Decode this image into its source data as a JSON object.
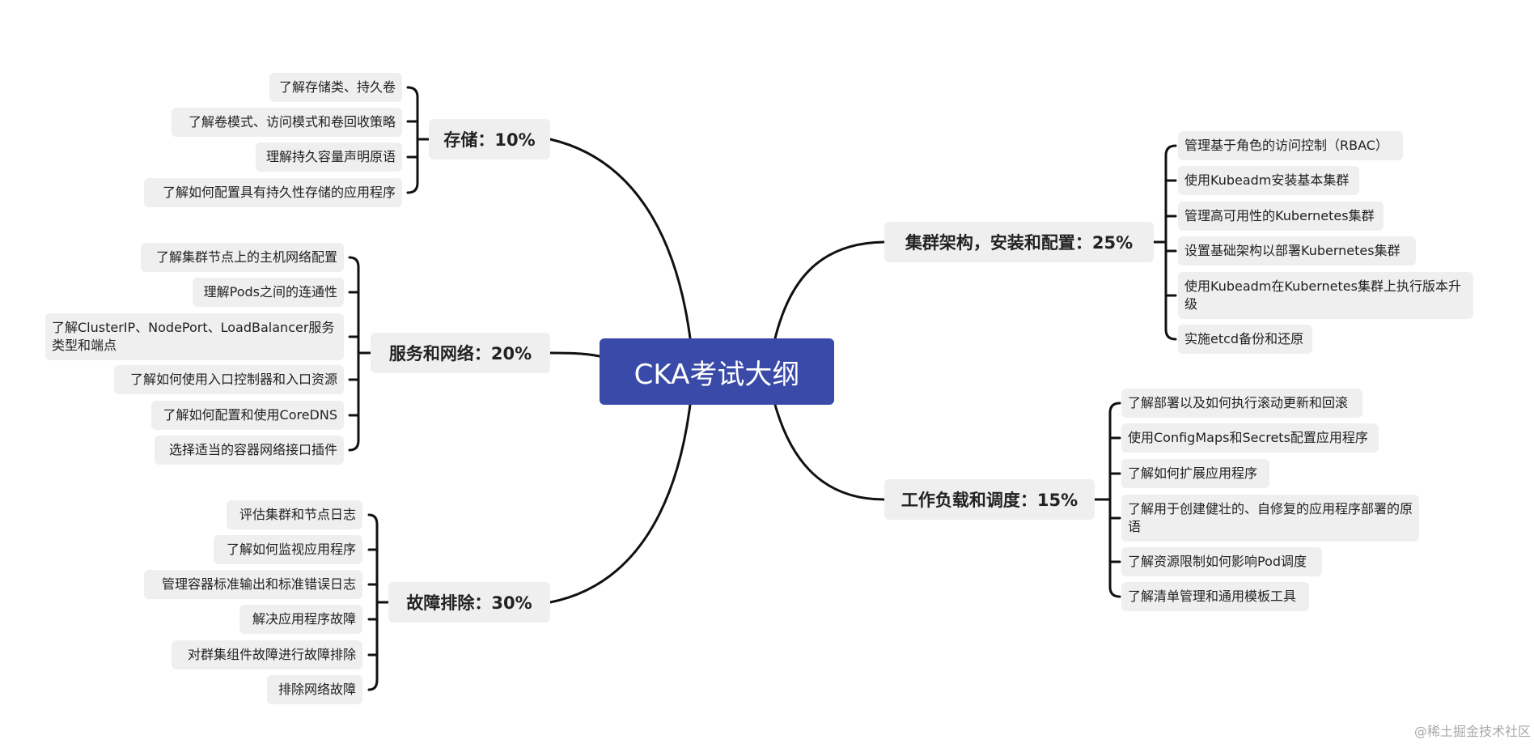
{
  "center": {
    "title": "CKA考试大纲",
    "color": "#3a4aa8"
  },
  "branches": [
    {
      "label": "存储：10%",
      "items": [
        "了解存储类、持久卷",
        "了解卷模式、访问模式和卷回收策略",
        "理解持久容量声明原语",
        "了解如何配置具有持久性存储的应用程序"
      ]
    },
    {
      "label": "服务和网络：20%",
      "items": [
        "了解集群节点上的主机网络配置",
        "理解Pods之间的连通性",
        "了解ClusterIP、NodePort、LoadBalancer服务类型和端点",
        "了解如何使用入口控制器和入口资源",
        "了解如何配置和使用CoreDNS",
        "选择适当的容器网络接口插件"
      ]
    },
    {
      "label": "故障排除：30%",
      "items": [
        "评估集群和节点日志",
        "了解如何监视应用程序",
        "管理容器标准输出和标准错误日志",
        "解决应用程序故障",
        "对群集组件故障进行故障排除",
        "排除网络故障"
      ]
    },
    {
      "label": "集群架构，安装和配置：25%",
      "items": [
        "管理基于角色的访问控制（RBAC）",
        "使用Kubeadm安装基本集群",
        "管理高可用性的Kubernetes集群",
        "设置基础架构以部署Kubernetes集群",
        "使用Kubeadm在Kubernetes集群上执行版本升级",
        "实施etcd备份和还原"
      ]
    },
    {
      "label": "工作负载和调度：15%",
      "items": [
        "了解部署以及如何执行滚动更新和回滚",
        "使用ConfigMaps和Secrets配置应用程序",
        "了解如何扩展应用程序",
        "了解用于创建健壮的、自修复的应用程序部署的原语",
        "了解资源限制如何影响Pod调度",
        "了解清单管理和通用模板工具"
      ]
    }
  ],
  "watermark": "@稀土掘金技术社区"
}
